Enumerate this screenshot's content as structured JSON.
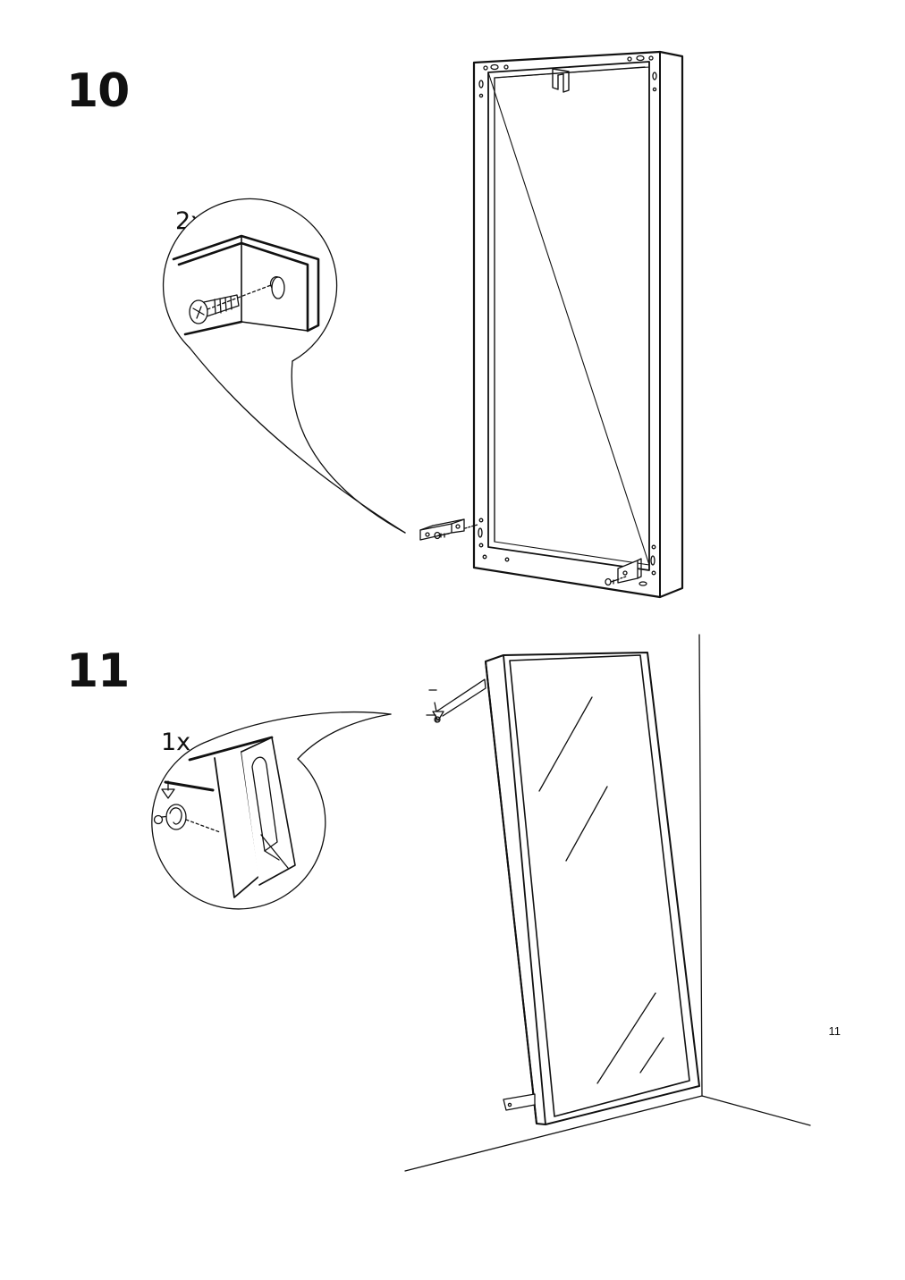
{
  "steps": [
    {
      "number": "10",
      "quantity": "2x"
    },
    {
      "number": "11",
      "quantity": "1x"
    }
  ],
  "page_number": "11",
  "colors": {
    "ink": "#111111",
    "paper": "#ffffff"
  },
  "illustrations": [
    "mirror-frame-back-with-brackets-icon",
    "screw-into-bracket-detail-icon",
    "mirror-leaning-against-wall-icon",
    "wall-hook-detail-icon"
  ]
}
